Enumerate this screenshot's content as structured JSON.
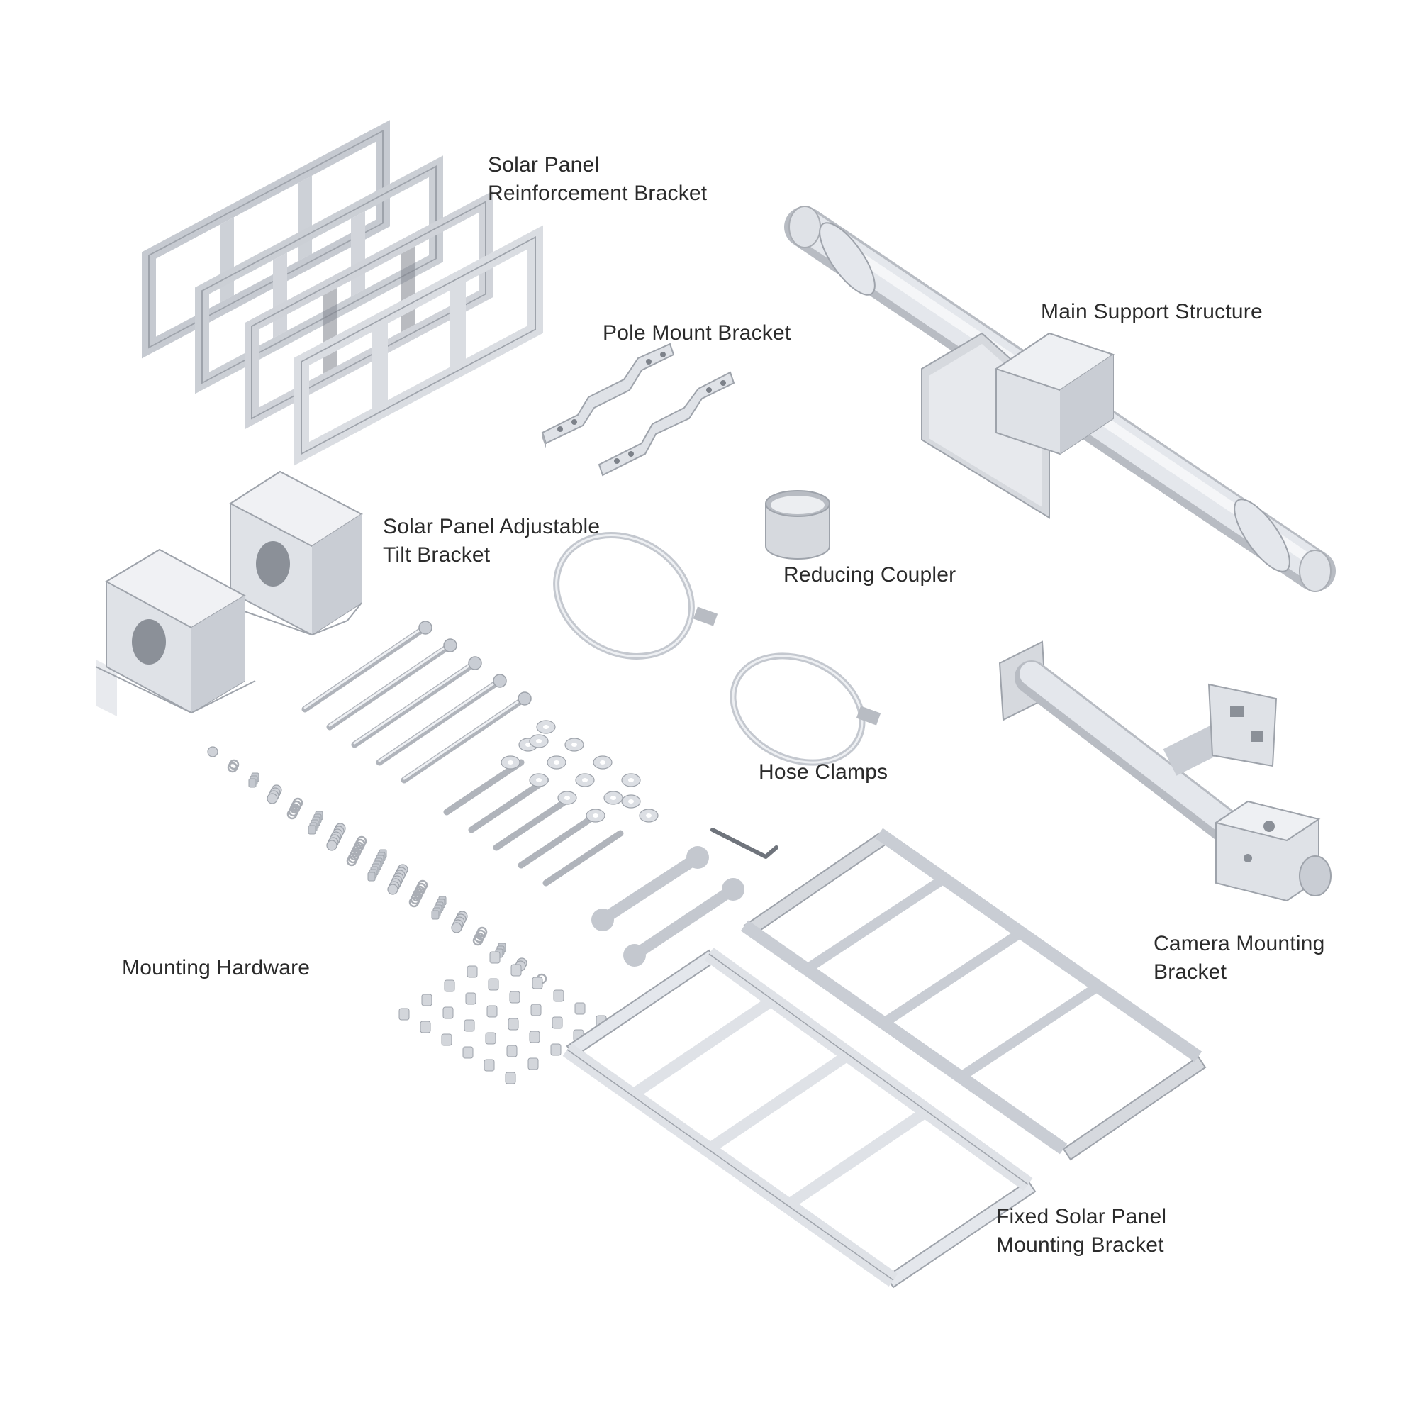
{
  "labels": {
    "reinforcement": {
      "line1": "Solar Panel",
      "line2": "Reinforcement Bracket"
    },
    "pole_mount": {
      "line1": "Pole Mount Bracket"
    },
    "main_support": {
      "line1": "Main Support Structure"
    },
    "tilt": {
      "line1": "Solar Panel Adjustable",
      "line2": "Tilt Bracket"
    },
    "coupler": {
      "line1": "Reducing Coupler"
    },
    "hose": {
      "line1": "Hose Clamps"
    },
    "camera": {
      "line1": "Camera Mounting",
      "line2": "Bracket"
    },
    "hardware": {
      "line1": "Mounting Hardware"
    },
    "fixed": {
      "line1": "Fixed Solar Panel",
      "line2": "Mounting Bracket"
    }
  },
  "colors": {
    "background": "#ffffff",
    "metal_light": "#e4e7ec",
    "metal_mid": "#c9cdd4",
    "metal_dark": "#9ea3ab",
    "text": "#2b2b2b"
  },
  "icons": [
    "reinforcement-frame-icon",
    "pole-bracket-icon",
    "support-tube-icon",
    "tilt-box-icon",
    "coupler-ring-icon",
    "hose-clamp-icon",
    "camera-arm-icon",
    "bolt-icon",
    "wrench-icon",
    "hex-key-icon",
    "ladder-frame-icon"
  ]
}
